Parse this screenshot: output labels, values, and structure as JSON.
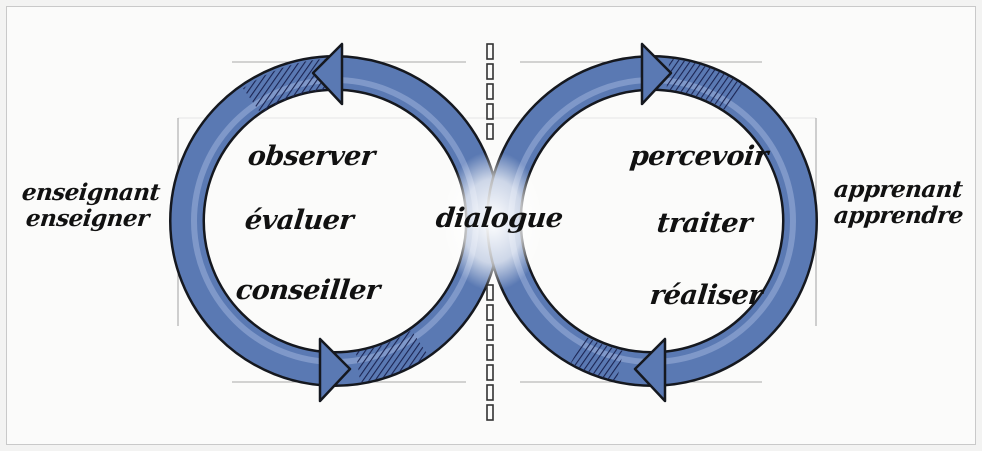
{
  "left_role": {
    "line1": "enseignant",
    "line2": "enseigner"
  },
  "right_role": {
    "line1": "apprenant",
    "line2": "apprendre"
  },
  "left_cycle": {
    "step1": "observer",
    "step2": "évaluer",
    "step3": "conseiller"
  },
  "right_cycle": {
    "step1": "percevoir",
    "step2": "traiter",
    "step3": "réaliser"
  },
  "center_label": "dialogue",
  "colors": {
    "ring": "#5a79b3",
    "ring_light": "#9fb3da",
    "ring_dark": "#1f2f63",
    "outline": "#15181f",
    "text": "#111111",
    "background": "#fbfbfa"
  }
}
